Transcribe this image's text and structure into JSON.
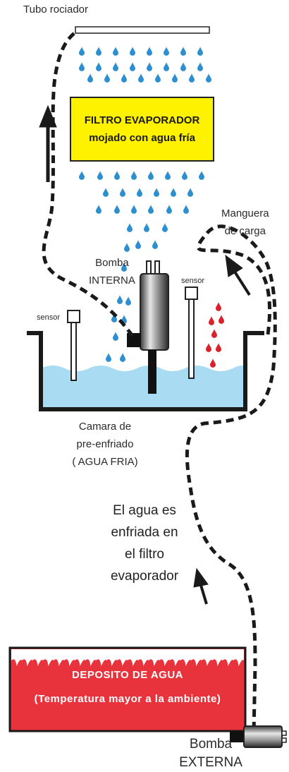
{
  "labels": {
    "spray_tube": "Tubo rociador",
    "filter_line1": "FILTRO EVAPORADOR",
    "filter_line2": "mojado con agua fría",
    "hose_line1": "Manguera",
    "hose_line2": "de carga",
    "internal_pump_line1": "Bomba",
    "internal_pump_line2": "INTERNA",
    "sensor_left": "sensor",
    "sensor_right": "sensor",
    "chamber_line1": "Camara de",
    "chamber_line2": "pre-enfriado",
    "chamber_line3": "( AGUA FRIA)",
    "cooled_line1": "El agua es",
    "cooled_line2": "enfriada en",
    "cooled_line3": "el filtro",
    "cooled_line4": "evaporador",
    "tank_line1": "DEPOSITO DE AGUA",
    "tank_line2": "(Temperatura mayor a la ambiente)",
    "external_pump_line1": "Bomba",
    "external_pump_line2": "EXTERNA"
  },
  "colors": {
    "filter_fill": "#fff200",
    "tank_fill": "#e8323c",
    "water_fill": "#a9dcf2",
    "cold_drop": "#2d8fd0",
    "warm_drop": "#d9202b",
    "hose": "#1a1a1a"
  },
  "icons": [
    "water-drop-icon",
    "flow-arrow-icon",
    "pump-icon",
    "sensor-icon"
  ]
}
